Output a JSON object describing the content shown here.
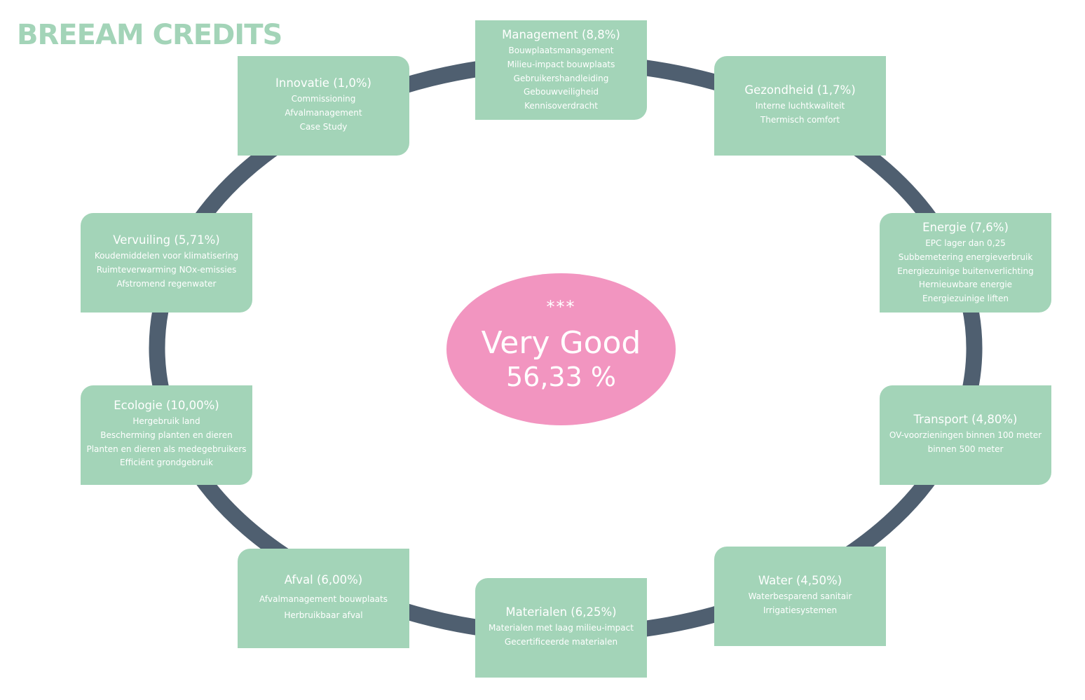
{
  "page": {
    "title": "BREEAM CREDITS"
  },
  "colors": {
    "title": "#a3d4b8",
    "box": "#a3d4b8",
    "ring": "#4f5f70",
    "center": "#f295c0",
    "text": "#ffffff"
  },
  "center": {
    "stars": "***",
    "rating": "Very Good",
    "score": "56,33 %"
  },
  "categories": [
    {
      "title": "Management (8,8%)",
      "items": [
        "Bouwplaatsmanagement",
        "Milieu-impact bouwplaats",
        "Gebruikershandleiding",
        "Gebouwveiligheid",
        "Kennisoverdracht"
      ]
    },
    {
      "title": "Gezondheid (1,7%)",
      "items": [
        "Interne luchtkwaliteit",
        "Thermisch comfort"
      ]
    },
    {
      "title": "Energie (7,6%)",
      "items": [
        "EPC lager dan 0,25",
        "Subbemetering energieverbruik",
        "Energiezuinige buitenverlichting",
        "Hernieuwbare energie",
        "Energiezuinige liften"
      ]
    },
    {
      "title": "Transport (4,80%)",
      "items": [
        "OV-voorzieningen binnen 100 meter",
        "binnen 500 meter"
      ]
    },
    {
      "title": "Water (4,50%)",
      "items": [
        "Waterbesparend sanitair",
        "Irrigatiesystemen"
      ]
    },
    {
      "title": "Materialen (6,25%)",
      "items": [
        "Materialen met laag milieu-impact",
        "Gecertificeerde materialen"
      ]
    },
    {
      "title": "Afval (6,00%)",
      "items": [
        "Afvalmanagement bouwplaats",
        "Herbruikbaar afval"
      ]
    },
    {
      "title": "Ecologie (10,00%)",
      "items": [
        "Hergebruik land",
        "Bescherming planten en dieren",
        "Planten en dieren als medegebruikers",
        "Efficiënt grondgebruik"
      ]
    },
    {
      "title": "Vervuiling (5,71%)",
      "items": [
        "Koudemiddelen voor klimatisering",
        "Ruimteverwarming NOx-emissies",
        "Afstromend regenwater"
      ]
    },
    {
      "title": "Innovatie (1,0%)",
      "items": [
        "Commissioning",
        "Afvalmanagement",
        "Case Study"
      ]
    }
  ]
}
